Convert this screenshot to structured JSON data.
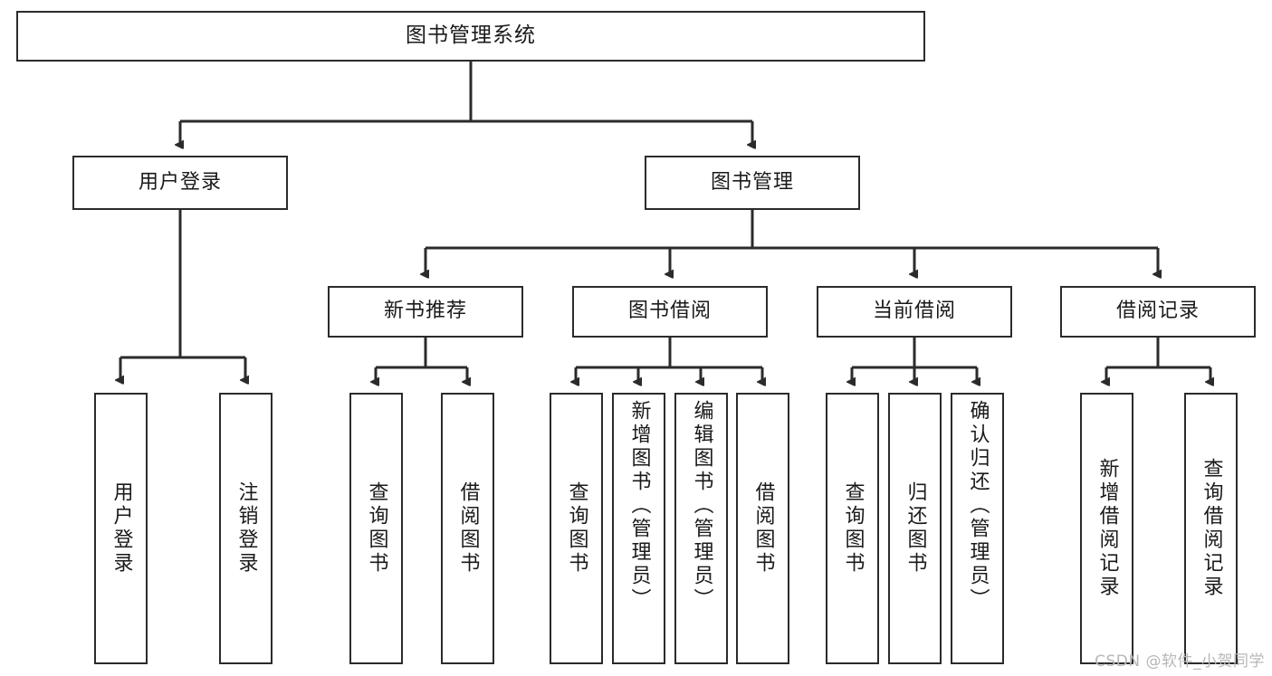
{
  "diagram": {
    "title": "图书管理系统",
    "type": "tree-hierarchy-diagram",
    "colors": {
      "box_border": "#2b2b2b",
      "box_fill": "#ffffff",
      "edge": "#2b2b2b",
      "text": "#1a1a1a",
      "watermark": "#b7b7b7",
      "background": "#ffffff"
    }
  },
  "nodes": {
    "root": {
      "label": "图书管理系统"
    },
    "level2": [
      {
        "label": "用户登录"
      },
      {
        "label": "图书管理"
      }
    ],
    "level3": [
      {
        "label": "新书推荐"
      },
      {
        "label": "图书借阅"
      },
      {
        "label": "当前借阅"
      },
      {
        "label": "借阅记录"
      }
    ],
    "leaves": {
      "user_login": [
        {
          "label": "用户登录"
        },
        {
          "label": "注销登录"
        }
      ],
      "new_book": [
        {
          "label": "查询图书"
        },
        {
          "label": "借阅图书"
        }
      ],
      "book_borrow": [
        {
          "label": "查询图书"
        },
        {
          "label": "新增图书（管理员）"
        },
        {
          "label": "编辑图书（管理员）"
        },
        {
          "label": "借阅图书"
        }
      ],
      "current_borrow": [
        {
          "label": "查询图书"
        },
        {
          "label": "归还图书"
        },
        {
          "label": "确认归还（管理员）"
        }
      ],
      "borrow_record": [
        {
          "label": "新增借阅记录"
        },
        {
          "label": "查询借阅记录"
        }
      ]
    }
  },
  "watermark": {
    "text": "CSDN @软件_小贺同学"
  }
}
